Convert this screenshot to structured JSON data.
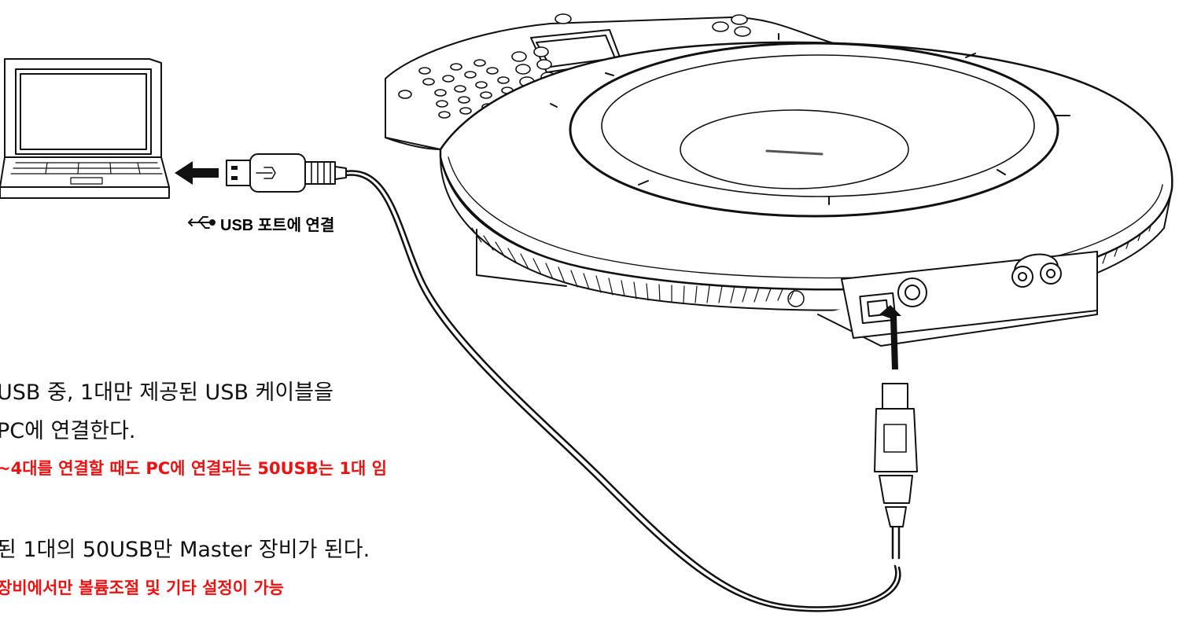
{
  "usb_port_label": "USB 포트에 연결",
  "instructions": {
    "line1": "USB 중, 1대만 제공된 USB 케이블을",
    "line2": "PC에 연결한다.",
    "note1": "~4대를 연결할 때도 PC에 연결되는 50USB는 1대 임",
    "line3": "된 1대의 50USB만 Master 장비가 된다.",
    "note2": "장비에서만 볼륨조절 및 기타 설정이 가능"
  },
  "colors": {
    "note_text": "#ee1111",
    "line_art": "#111111"
  },
  "icons": [
    "laptop-icon",
    "usb-symbol-icon",
    "arrow-left-icon",
    "arrow-up-icon",
    "usb-a-plug-icon",
    "usb-b-plug-icon"
  ]
}
